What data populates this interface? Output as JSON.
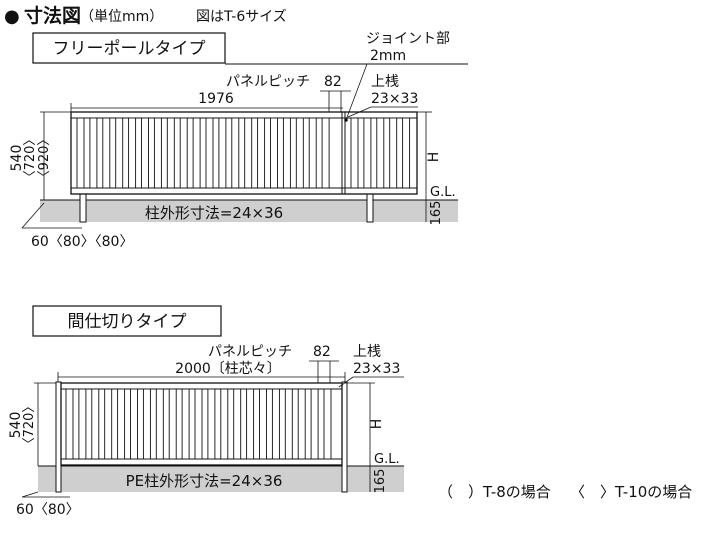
{
  "header": {
    "bullet": "●",
    "title": "寸法図",
    "unit": "（単位mm）",
    "note": "図はT-6サイズ"
  },
  "free_pole": {
    "type_label": "フリーポールタイプ",
    "joint_label_1": "ジョイント部",
    "joint_label_2": "2mm",
    "panel_pitch_label": "パネルピッチ",
    "panel_pitch_value": "82",
    "width_value": "1976",
    "top_rail_label": "上桟",
    "top_rail_value": "23×33",
    "height_1": "540",
    "height_2": "〈720〉",
    "height_3": "〈920〉",
    "h_label": "H",
    "gl_label": "G.L.",
    "depth_value": "165",
    "post_label": "柱外形寸法=24×36",
    "post_gap": "60〈80〉〈80〉"
  },
  "partition": {
    "type_label": "間仕切りタイプ",
    "panel_pitch_label": "パネルピッチ",
    "panel_pitch_value": "82",
    "width_value": "2000〔柱芯々〕",
    "top_rail_label": "上桟",
    "top_rail_value": "23×33",
    "height_1": "540",
    "height_2": "〈720〉",
    "h_label": "H",
    "gl_label": "G.L.",
    "depth_value": "165",
    "post_label": "PE柱外形寸法=24×36",
    "post_gap": "60〈80〉"
  },
  "legend": {
    "t8": "（　）T-8の場合",
    "t10": "〈　〉T-10の場合"
  },
  "colors": {
    "line": "#111111",
    "ground": "#cfcfcf"
  }
}
